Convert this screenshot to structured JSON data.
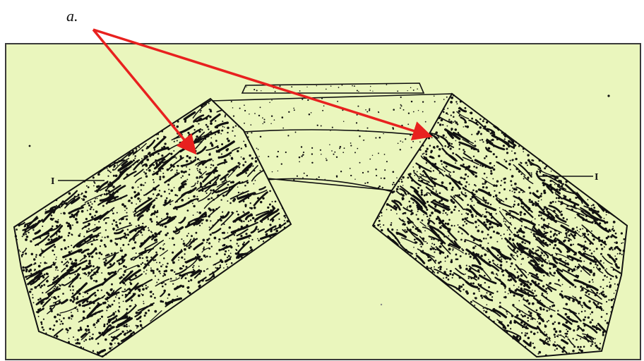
{
  "diagram": {
    "callout_label": "a.",
    "left_marker_label": "I",
    "right_marker_label": "I",
    "colors": {
      "panel_background": "#eaf6bd",
      "panel_border": "#3a3a3a",
      "ink": "#111111",
      "arrow": "#e8211f",
      "page": "#ffffff"
    },
    "parts": [
      "left-tissue-block",
      "right-tissue-block",
      "center-dotted-band",
      "top-cap",
      "callout-arrow-left",
      "callout-arrow-right"
    ]
  }
}
